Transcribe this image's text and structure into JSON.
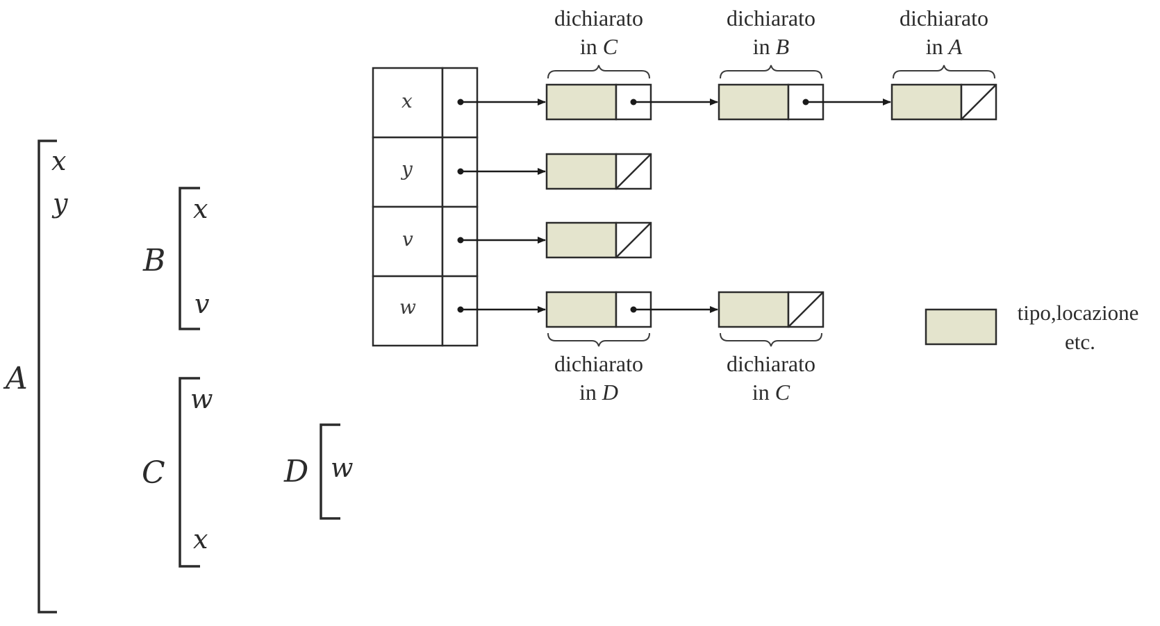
{
  "scopes": {
    "A": {
      "label": "A",
      "vars": [
        "x",
        "y"
      ]
    },
    "B": {
      "label": "B",
      "vars": [
        "x",
        "v"
      ]
    },
    "C": {
      "label": "C",
      "vars": [
        "w",
        "x"
      ]
    },
    "D": {
      "label": "D",
      "vars": [
        "w"
      ]
    }
  },
  "symbol_table": {
    "rows": [
      {
        "name": "x",
        "chain": [
          {
            "decl": "C"
          },
          {
            "decl": "B"
          },
          {
            "decl": "A"
          }
        ]
      },
      {
        "name": "y",
        "chain": [
          {
            "decl": ""
          }
        ]
      },
      {
        "name": "v",
        "chain": [
          {
            "decl": ""
          }
        ]
      },
      {
        "name": "w",
        "chain": [
          {
            "decl": "D"
          },
          {
            "decl": "C"
          }
        ]
      }
    ]
  },
  "captions": {
    "top": [
      {
        "line1": "dichiarato",
        "prefix": "in",
        "scope": "C"
      },
      {
        "line1": "dichiarato",
        "prefix": "in",
        "scope": "B"
      },
      {
        "line1": "dichiarato",
        "prefix": "in",
        "scope": "A"
      }
    ],
    "bottom": [
      {
        "line1": "dichiarato",
        "prefix": "in",
        "scope": "D"
      },
      {
        "line1": "dichiarato",
        "prefix": "in",
        "scope": "C"
      }
    ]
  },
  "legend": {
    "line1": "tipo,locazione",
    "line2": "etc."
  },
  "colors": {
    "record_fill": "#e4e4cd",
    "ink": "#2b2b2b"
  }
}
